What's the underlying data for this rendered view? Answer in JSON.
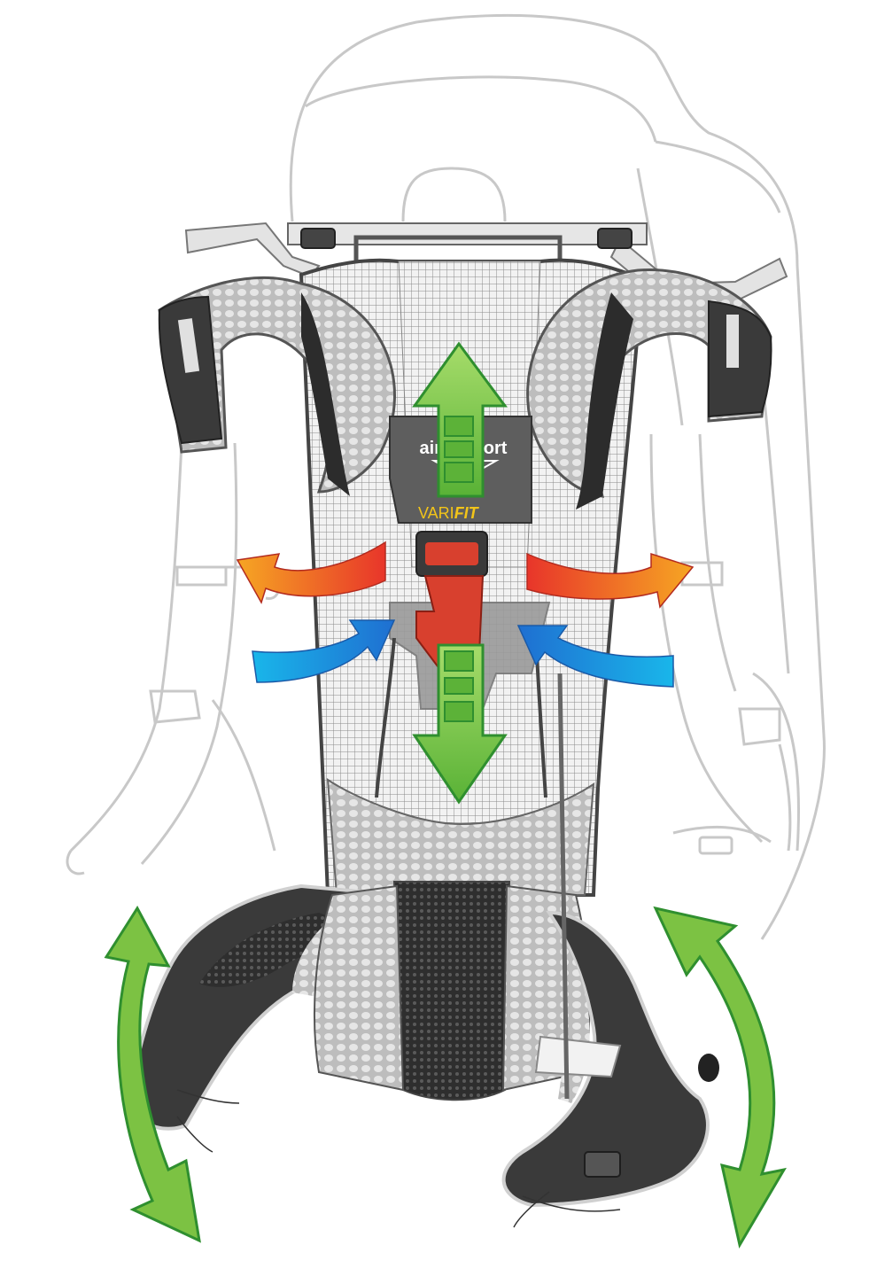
{
  "logo": {
    "brand_text": "aircomfort",
    "system_prefix": "VARI",
    "system_suffix": "FIT"
  },
  "colors": {
    "outline": "#c8c8c8",
    "mesh_light": "#d9d9d9",
    "mesh_dark": "#555555",
    "strap_dark": "#3a3a3a",
    "logo_plate": "#5e5e5e",
    "adjust_arrow": "#7cc243",
    "adjust_arrow_dark": "#2f8f2f",
    "warm_air": "#e8352a",
    "warm_air_tip": "#f6a623",
    "cool_air": "#1f6fd1",
    "cool_air_tail": "#19b6ea",
    "buckle_red": "#d8402e"
  },
  "icons": [
    "up-arrow-icon",
    "down-arrow-icon",
    "curved-double-arrow-icon",
    "warm-air-arrow-icon",
    "cool-air-arrow-icon"
  ]
}
